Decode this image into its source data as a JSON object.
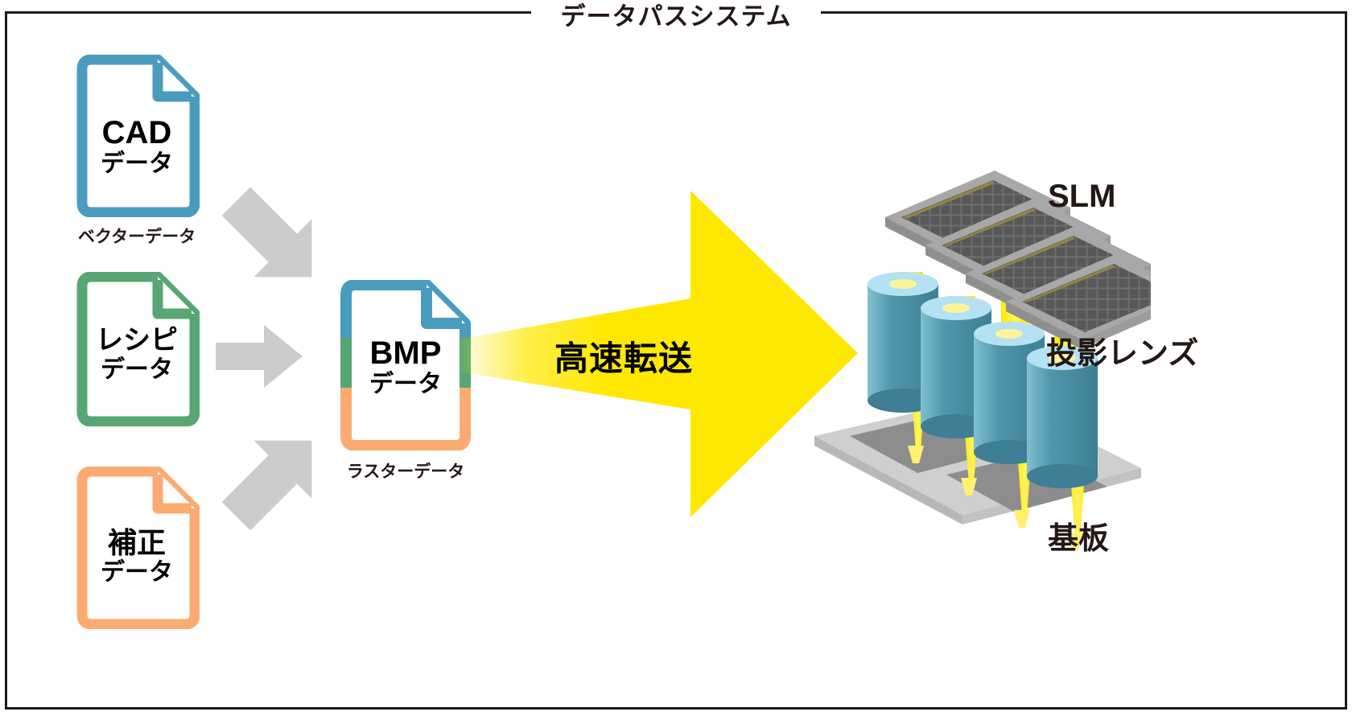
{
  "diagram": {
    "title": "データパスシステム",
    "title_color": "#231815",
    "frame_color": "#231815",
    "background": "#ffffff"
  },
  "sources": [
    {
      "id": "cad",
      "line1": "CAD",
      "line2": "データ",
      "caption": "ベクターデータ",
      "color": "#4a9cbf"
    },
    {
      "id": "recipe",
      "line1": "レシピ",
      "line2": "データ",
      "caption": "",
      "color": "#57a673"
    },
    {
      "id": "correction",
      "line1": "補正",
      "line2": "データ",
      "caption": "",
      "color": "#fbab72"
    }
  ],
  "converted": {
    "id": "bmp",
    "line1": "BMP",
    "line2": "データ",
    "caption": "ラスターデータ",
    "border_colors": [
      "#4a9cbf",
      "#57a673",
      "#fbab72"
    ]
  },
  "arrows": {
    "gray_color": "#cccccc",
    "items": [
      {
        "name": "cad-to-bmp",
        "direction": "down-right"
      },
      {
        "name": "recipe-to-bmp",
        "direction": "right"
      },
      {
        "name": "correction-to-bmp",
        "direction": "up-right"
      }
    ],
    "transfer": {
      "label": "高速転送",
      "color": "#ffe800",
      "direction": "right"
    }
  },
  "optics": {
    "slm_label": "SLM",
    "lens_label": "投影レンズ",
    "substrate_label": "基板",
    "panel_count": 4,
    "lens_count": 4,
    "substrate_tile_count": 2,
    "colors": {
      "panel_frame": "#a8a8a8",
      "panel_grid": "#6e6e6e",
      "lens_body": "#4f95ab",
      "lens_top": "#b5e2f2",
      "beam": "#ffe800",
      "substrate": "#c9c9c9",
      "substrate_tile": "#8d8d8d"
    }
  }
}
